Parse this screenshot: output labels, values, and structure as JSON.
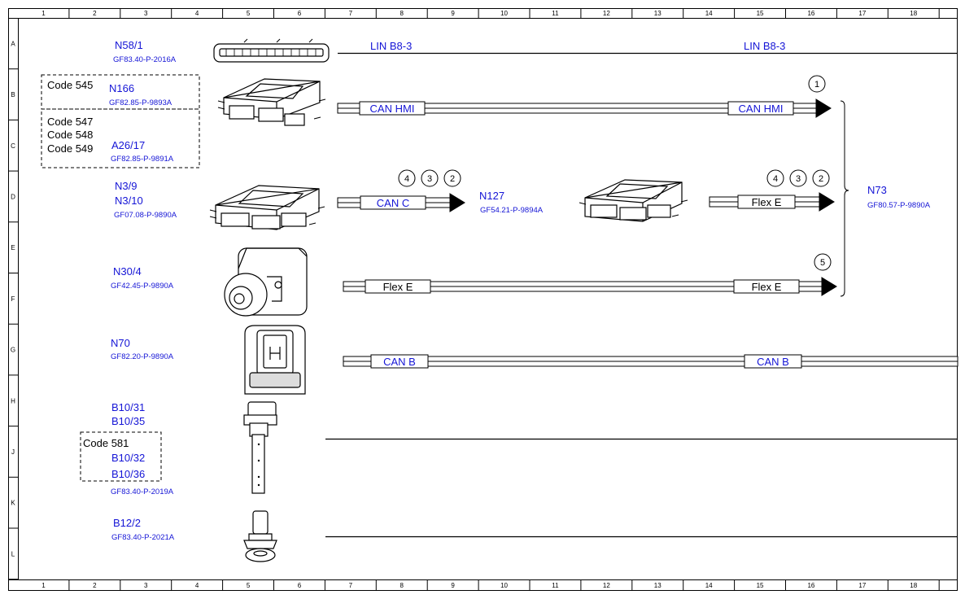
{
  "grid": {
    "columns": [
      "1",
      "2",
      "3",
      "4",
      "5",
      "6",
      "7",
      "8",
      "9",
      "10",
      "11",
      "12",
      "13",
      "14",
      "15",
      "16",
      "17",
      "18"
    ],
    "rows": [
      "A",
      "B",
      "C",
      "D",
      "E",
      "F",
      "G",
      "H",
      "J",
      "K",
      "L"
    ]
  },
  "colors": {
    "blue": "#1515d6",
    "black": "#000000",
    "frame": "#000000"
  },
  "components": [
    {
      "id": "N58/1",
      "ref": "GF83.40-P-2016A"
    },
    {
      "id": "N166",
      "ref": "GF82.85-P-9893A"
    },
    {
      "id": "A26/17",
      "ref": "GF82.85-P-9891A"
    },
    {
      "id": "N3/9",
      "id2": "N3/10",
      "ref": "GF07.08-P-9890A"
    },
    {
      "id": "N30/4",
      "ref": "GF42.45-P-9890A"
    },
    {
      "id": "N70",
      "ref": "GF82.20-P-9890A"
    },
    {
      "id": "B10/31",
      "id2": "B10/35",
      "id3": "B10/32",
      "id4": "B10/36",
      "ref": "GF83.40-P-2019A"
    },
    {
      "id": "B12/2",
      "ref": "GF83.40-P-2021A"
    },
    {
      "id": "N127",
      "ref": "GF54.21-P-9894A"
    },
    {
      "id": "N73",
      "ref": "GF80.57-P-9890A"
    }
  ],
  "codes": {
    "code_545": "Code 545",
    "code_547": "Code 547",
    "code_548": "Code 548",
    "code_549": "Code 549",
    "code_581": "Code 581"
  },
  "buses": {
    "lin_left": "LIN B8-3",
    "lin_right": "LIN B8-3",
    "can_hmi_left": "CAN HMI",
    "can_hmi_right": "CAN HMI",
    "can_c": "CAN C",
    "flex_e_upper": "Flex E",
    "flex_e_left": "Flex E",
    "flex_e_right": "Flex E",
    "can_b_left": "CAN B",
    "can_b_right": "CAN B"
  },
  "callouts": {
    "c1": "1",
    "c4a": "4",
    "c3a": "3",
    "c2a": "2",
    "c4b": "4",
    "c3b": "3",
    "c2b": "2",
    "c5": "5"
  }
}
